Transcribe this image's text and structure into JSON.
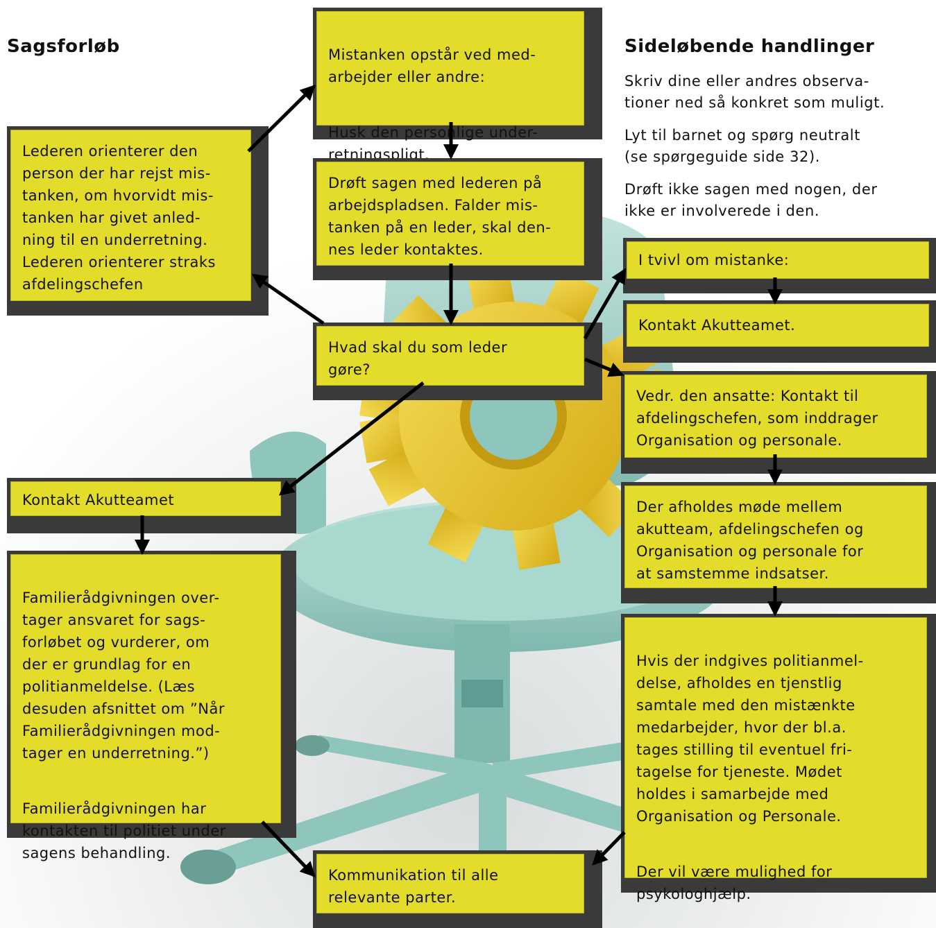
{
  "headings": {
    "left": "Sagsforløb",
    "right": "Sideløbende handlinger"
  },
  "side_notes": [
    "Skriv dine eller andres observa-\ntioner ned så konkret som muligt.",
    "Lyt til barnet og spørg neutralt\n(se spørgeguide side 32).",
    "Drøft ikke sagen med nogen, der\nikke er involverede i den."
  ],
  "boxes": {
    "suspicion": {
      "p1": "Mistanken opstår ved med-\narbejder eller andre:",
      "p2": "Husk den personlige under-\nretningspligt."
    },
    "discuss": "Drøft sagen med lederen på\narbejdspladsen. Falder mis-\ntanken på en leder, skal den-\nnes leder kontaktes.",
    "leader_informs": "Lederen orienterer den\nperson der har rejst mis-\ntanken, om hvorvidt mis-\ntanken har givet anled-\nning til en underretning.\nLederen orienterer straks\nafdelingschefen",
    "what_to_do": "Hvad skal du som leder\ngøre?",
    "doubt": "I tvivl om mistanke:",
    "contact_team_right": "Kontakt Akutteamet.",
    "employee": "Vedr. den ansatte: Kontakt til\nafdelingschefen, som inddrager\nOrganisation og personale.",
    "meeting": "Der afholdes møde mellem\nakutteam, afdelingschefen og\nOrganisation og personale for\nat samstemme indsatser.",
    "police": {
      "p1": "Hvis der indgives politianmel-\ndelse, afholdes en tjenstlig\nsamtale med den mistænkte\nmedarbejder, hvor der bl.a.\ntages stilling til eventuel fri-\ntagelse for tjeneste. Mødet\nholdes i samarbejde med\nOrganisation og Personale.",
      "p2": "Der vil være mulighed for\npsykologhjælp."
    },
    "contact_team_left": "Kontakt Akutteamet",
    "family": {
      "p1": "Familierådgivningen over-\ntager ansvaret for sags-\nforløbet og vurderer, om\nder er grundlag for en\npolitianmeldelse. (Læs\ndesuden afsnittet om ”Når\nFamilierådgivningen mod-\ntager en underretning.”)",
      "p2": "Familierådgivningen har\nkontakten til politiet under\nsagens behandling."
    },
    "communication": "Kommunikation til alle\nrelevante parter."
  },
  "colors": {
    "box_fill": "#e3dc2a",
    "box_shadow": "#3a3a3a",
    "chair": "#9ccfc6",
    "gear": "#e8c42a"
  }
}
